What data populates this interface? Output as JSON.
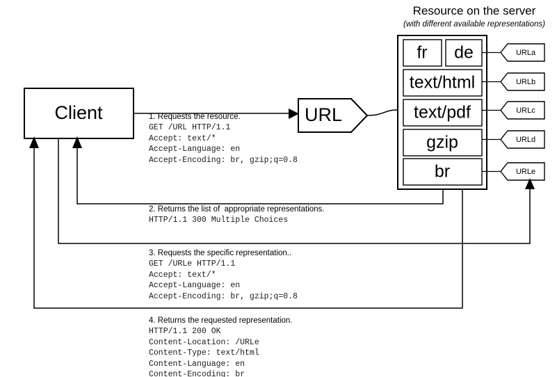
{
  "title": {
    "main": "Resource on the server",
    "sub": "(with different available representations)"
  },
  "nodes": {
    "client": "Client",
    "url": "URL"
  },
  "representations": [
    {
      "label": "fr",
      "tag": "URLa"
    },
    {
      "label": "de",
      "tag": "URLa"
    },
    {
      "label": "text/html",
      "tag": "URLb"
    },
    {
      "label": "text/pdf",
      "tag": "URLc"
    },
    {
      "label": "gzip",
      "tag": "URLd"
    },
    {
      "label": "br",
      "tag": "URLe"
    }
  ],
  "tags": [
    "URLa",
    "URLb",
    "URLc",
    "URLd",
    "URLe"
  ],
  "steps": [
    {
      "title": "1. Requests the resource.",
      "code": "GET /URL HTTP/1.1\nAccept: text/*\nAccept-Language: en\nAccept-Encoding: br, gzip;q=0.8"
    },
    {
      "title": "2. Returns the list of  appropriate representations.",
      "code": "HTTP/1.1 300 Multiple Choices"
    },
    {
      "title": "3. Requests the specific representation..",
      "code": "GET /URLe HTTP/1.1\nAccept: text/*\nAccept-Language: en\nAccept-Encoding: br, gzip;q=0.8"
    },
    {
      "title": "4. Returns the requested representation.",
      "code": "HTTP/1.1 200 OK\nContent-Location: /URLe\nContent-Type: text/html\nContent-Language: en\nContent-Encoding: br"
    }
  ],
  "colors": {
    "stroke": "#000000",
    "fill": "#ffffff",
    "code_text": "#1a1a1a"
  }
}
